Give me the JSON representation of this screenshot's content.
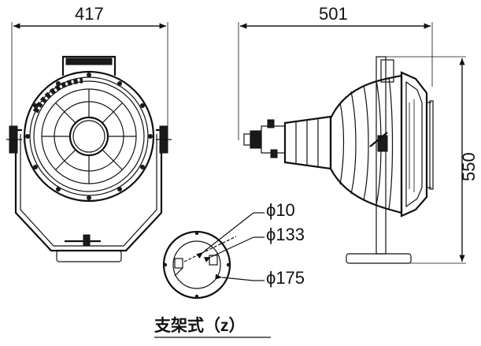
{
  "dimensions": {
    "front_width": "417",
    "side_depth": "501",
    "side_height": "550"
  },
  "bracket_detail": {
    "hole_diameter": "ϕ10",
    "bolt_circle": "ϕ133",
    "plate_diameter": "ϕ175"
  },
  "caption": "支架式（z）"
}
